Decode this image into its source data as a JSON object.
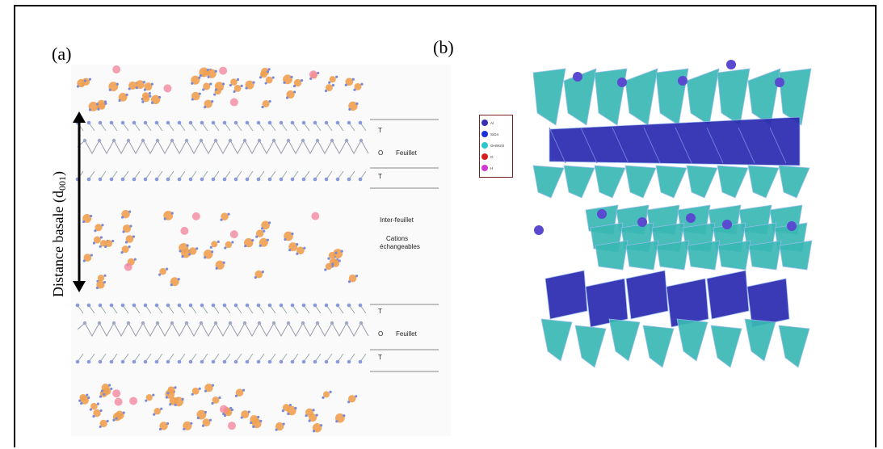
{
  "panels": {
    "a_label": "(a)",
    "b_label": "(b)"
  },
  "panel_a": {
    "axis_label": "Distance basale (d",
    "axis_subscript": "001",
    "axis_close": ")",
    "layer1": {
      "t_top": "T",
      "o": "O",
      "feuillet": "Feuillet",
      "t_bottom": "T"
    },
    "interlayer": {
      "line1": "Inter-feuillet",
      "line2": "Cations",
      "line3": "échangeables"
    },
    "layer2": {
      "t_top": "T",
      "o": "O",
      "feuillet": "Feuillet",
      "t_bottom": "T"
    }
  },
  "panel_b": {
    "legend": [
      {
        "label": "Al",
        "color": "#3b2fb0"
      },
      {
        "label": "SiO4",
        "color": "#1a2fd6"
      },
      {
        "label": "OH/H2O",
        "color": "#2ec4c9"
      },
      {
        "label": "O",
        "color": "#d42020"
      },
      {
        "label": "H",
        "color": "#d13ad1"
      }
    ]
  },
  "colors": {
    "tetra": "#39b8b4",
    "octa": "#2a2ab0",
    "cation": "#5a4ad0",
    "water": "#f0a050"
  }
}
